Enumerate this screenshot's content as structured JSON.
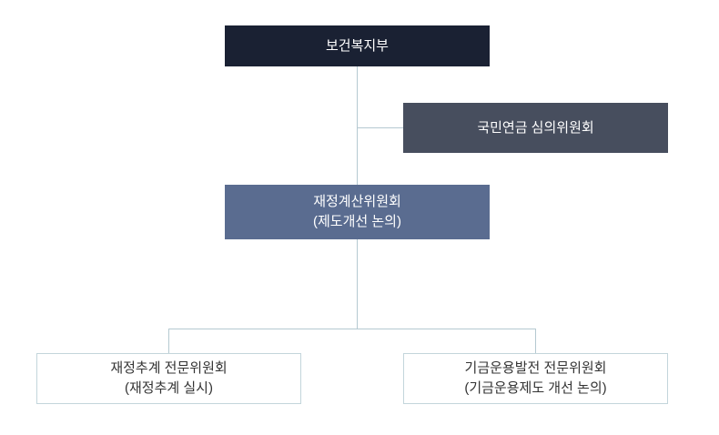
{
  "nodes": {
    "ministry": {
      "label": "보건복지부"
    },
    "deliberation": {
      "label": "국민연금 심의위원회"
    },
    "finance_calc": {
      "label": "재정계산위원회",
      "sublabel": "(제도개선 논의)"
    },
    "estimation": {
      "label": "재정추계 전문위원회",
      "sublabel": "(재정추계 실시)"
    },
    "fund_dev": {
      "label": "기금운용발전 전문위원회",
      "sublabel": "(기금운용제도 개선 논의)"
    }
  },
  "colors": {
    "ministry_bg": "#1a2133",
    "deliberation_bg": "#474e5e",
    "finance_calc_bg": "#5a6c90",
    "leaf_bg": "#ffffff",
    "leaf_border": "#c3d5db",
    "leaf_text": "#333333",
    "connector": "#b5c9d1",
    "box_text": "#ffffff"
  }
}
